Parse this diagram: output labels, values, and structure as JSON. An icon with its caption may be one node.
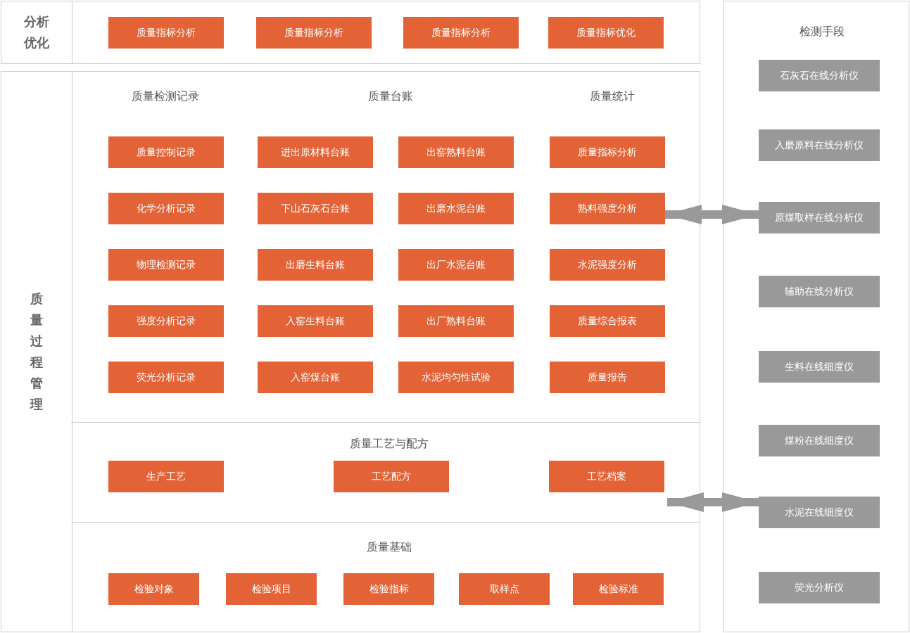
{
  "diagram": {
    "nodes": [
      {
        "text": [
          "分析优化"
        ]
      },
      {
        "text": [
          "质量指标分析"
        ],
        "in": 0
      },
      {
        "text": [
          "质量指标分析"
        ],
        "in": 0
      },
      {
        "text": [
          "质量指标分析"
        ],
        "in": 0
      },
      {
        "text": [
          "质量指标优化"
        ],
        "in": 0
      },
      {
        "text": [
          "质量过程管理"
        ]
      },
      {
        "text": [
          "质量检测记录",
          "质量台账",
          "质量统计"
        ],
        "in": 5
      },
      {
        "text": [
          "质量控制记录"
        ],
        "in": 6
      },
      {
        "text": [
          "进出原材料台账"
        ],
        "in": 6
      },
      {
        "text": [
          "出窑熟料台账"
        ],
        "in": 6
      },
      {
        "text": [
          "质量指标分析"
        ],
        "in": 6
      },
      {
        "text": [
          "化学分析记录"
        ],
        "in": 6
      },
      {
        "text": [
          "下山石灰石台账"
        ],
        "in": 6
      },
      {
        "text": [
          "出磨水泥台账"
        ],
        "in": 6
      },
      {
        "text": [
          "熟料强度分析"
        ],
        "in": 6
      },
      {
        "text": [
          "物理检测记录"
        ],
        "in": 6
      },
      {
        "text": [
          "出磨生料台账"
        ],
        "in": 6
      },
      {
        "text": [
          "出厂水泥台账"
        ],
        "in": 6
      },
      {
        "text": [
          "水泥强度分析"
        ],
        "in": 6
      },
      {
        "text": [
          "强度分析记录"
        ],
        "in": 6
      },
      {
        "text": [
          "入窑生料台账"
        ],
        "in": 6
      },
      {
        "text": [
          "出厂熟料台账"
        ],
        "in": 6
      },
      {
        "text": [
          "质量综合报表"
        ],
        "in": 6
      },
      {
        "text": [
          "荧光分析记录"
        ],
        "in": 6
      },
      {
        "text": [
          "入窑煤台账"
        ],
        "in": 6
      },
      {
        "text": [
          "水泥均匀性试验"
        ],
        "in": 6
      },
      {
        "text": [
          "质量报告"
        ],
        "in": 6
      },
      {
        "text": [
          "质量工艺与配方"
        ],
        "in": 5
      },
      {
        "text": [
          "生产工艺"
        ],
        "in": 27
      },
      {
        "text": [
          "工艺配方"
        ],
        "in": 27
      },
      {
        "text": [
          "工艺档案"
        ],
        "in": 27
      },
      {
        "text": [
          "质量基础"
        ],
        "in": 5
      },
      {
        "text": [
          "检验对象"
        ],
        "in": 31
      },
      {
        "text": [
          "检验项目"
        ],
        "in": 31
      },
      {
        "text": [
          "检验指标"
        ],
        "in": 31
      },
      {
        "text": [
          "取样点"
        ],
        "in": 31
      },
      {
        "text": [
          "检验标准"
        ],
        "in": 31
      },
      {
        "text": [
          "检测手段"
        ]
      },
      {
        "text": [
          "石灰石在线分析仪"
        ],
        "in": 37
      },
      {
        "text": [
          "入磨原料在线分析仪"
        ],
        "in": 37
      },
      {
        "text": [
          "原煤取样在线分析仪"
        ],
        "in": 37
      },
      {
        "text": [
          "辅助在线分析仪"
        ],
        "in": 37
      },
      {
        "text": [
          "生料在线细度仪"
        ],
        "in": 37
      },
      {
        "text": [
          "煤粉在线细度仪"
        ],
        "in": 37
      },
      {
        "text": [
          "水泥在线细度仪"
        ],
        "in": 37
      },
      {
        "text": [
          "荧光分析仪"
        ],
        "in": 37
      }
    ],
    "edges": [
      {
        "from": 14,
        "to": 40,
        "arrow": "both"
      },
      {
        "from": 27,
        "to": 44,
        "arrow": "both"
      }
    ]
  }
}
